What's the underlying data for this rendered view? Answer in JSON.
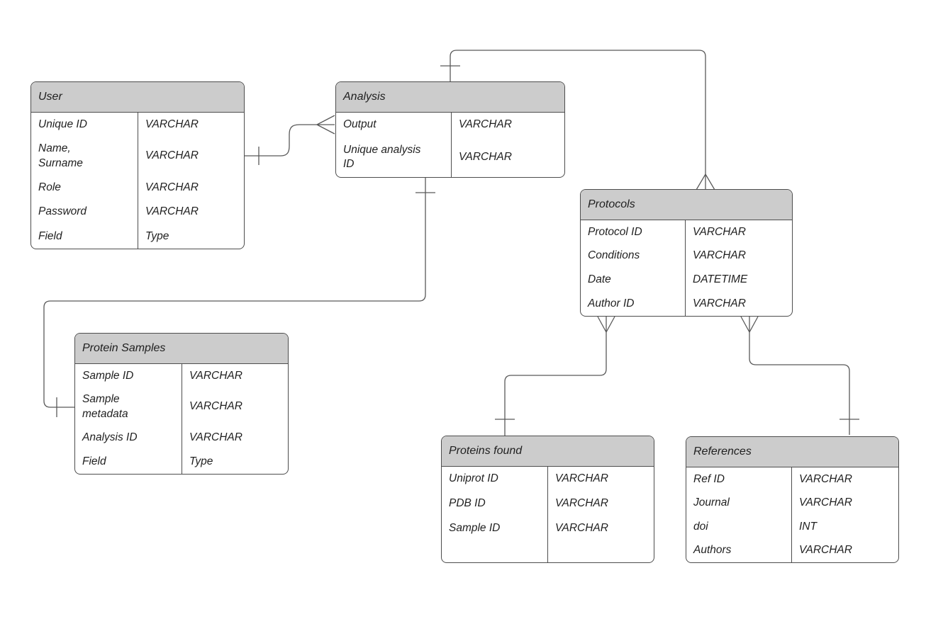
{
  "diagram": {
    "kind": "entity-relationship-diagram",
    "colors": {
      "header_fill": "#cccccc",
      "body_fill": "#ffffff",
      "border": "#4d4d4d",
      "connector": "#595959",
      "text": "#1f1f1f",
      "background": "#ffffff"
    },
    "entities": [
      {
        "id": "user",
        "title": "User",
        "rows": [
          {
            "field": "Unique ID",
            "type": "VARCHAR"
          },
          {
            "field": "Name,\nSurname",
            "type": "VARCHAR"
          },
          {
            "field": "Role",
            "type": "VARCHAR"
          },
          {
            "field": "Password",
            "type": "VARCHAR"
          },
          {
            "field": "Field",
            "type": "Type"
          }
        ]
      },
      {
        "id": "analysis",
        "title": "Analysis",
        "rows": [
          {
            "field": "Output",
            "type": "VARCHAR"
          },
          {
            "field": "Unique analysis\nID",
            "type": "VARCHAR"
          }
        ]
      },
      {
        "id": "protocols",
        "title": "Protocols",
        "rows": [
          {
            "field": "Protocol ID",
            "type": "VARCHAR"
          },
          {
            "field": "Conditions",
            "type": "VARCHAR"
          },
          {
            "field": "Date",
            "type": "DATETIME"
          },
          {
            "field": "Author ID",
            "type": "VARCHAR"
          }
        ]
      },
      {
        "id": "protein_samples",
        "title": "Protein Samples",
        "rows": [
          {
            "field": "Sample ID",
            "type": "VARCHAR"
          },
          {
            "field": "Sample\nmetadata",
            "type": "VARCHAR"
          },
          {
            "field": "Analysis ID",
            "type": "VARCHAR"
          },
          {
            "field": "Field",
            "type": "Type"
          }
        ]
      },
      {
        "id": "proteins_found",
        "title": "Proteins found",
        "rows": [
          {
            "field": "Uniprot ID",
            "type": "VARCHAR"
          },
          {
            "field": "PDB ID",
            "type": "VARCHAR"
          },
          {
            "field": "Sample ID",
            "type": "VARCHAR"
          }
        ]
      },
      {
        "id": "references",
        "title": "References",
        "rows": [
          {
            "field": "Ref ID",
            "type": "VARCHAR"
          },
          {
            "field": "Journal",
            "type": "VARCHAR"
          },
          {
            "field": "doi",
            "type": "INT"
          },
          {
            "field": "Authors",
            "type": "VARCHAR"
          }
        ]
      }
    ],
    "relationships": [
      {
        "from": "User",
        "to": "Analysis",
        "from_cardinality": "one",
        "to_cardinality": "many"
      },
      {
        "from": "Analysis",
        "to": "Protocols",
        "from_cardinality": "one",
        "to_cardinality": "many"
      },
      {
        "from": "Analysis",
        "to": "Protein Samples",
        "from_cardinality": "one",
        "to_cardinality": "one"
      },
      {
        "from": "Protocols",
        "to": "Proteins found",
        "from_cardinality": "many",
        "to_cardinality": "one"
      },
      {
        "from": "Protocols",
        "to": "References",
        "from_cardinality": "many",
        "to_cardinality": "one"
      }
    ]
  }
}
